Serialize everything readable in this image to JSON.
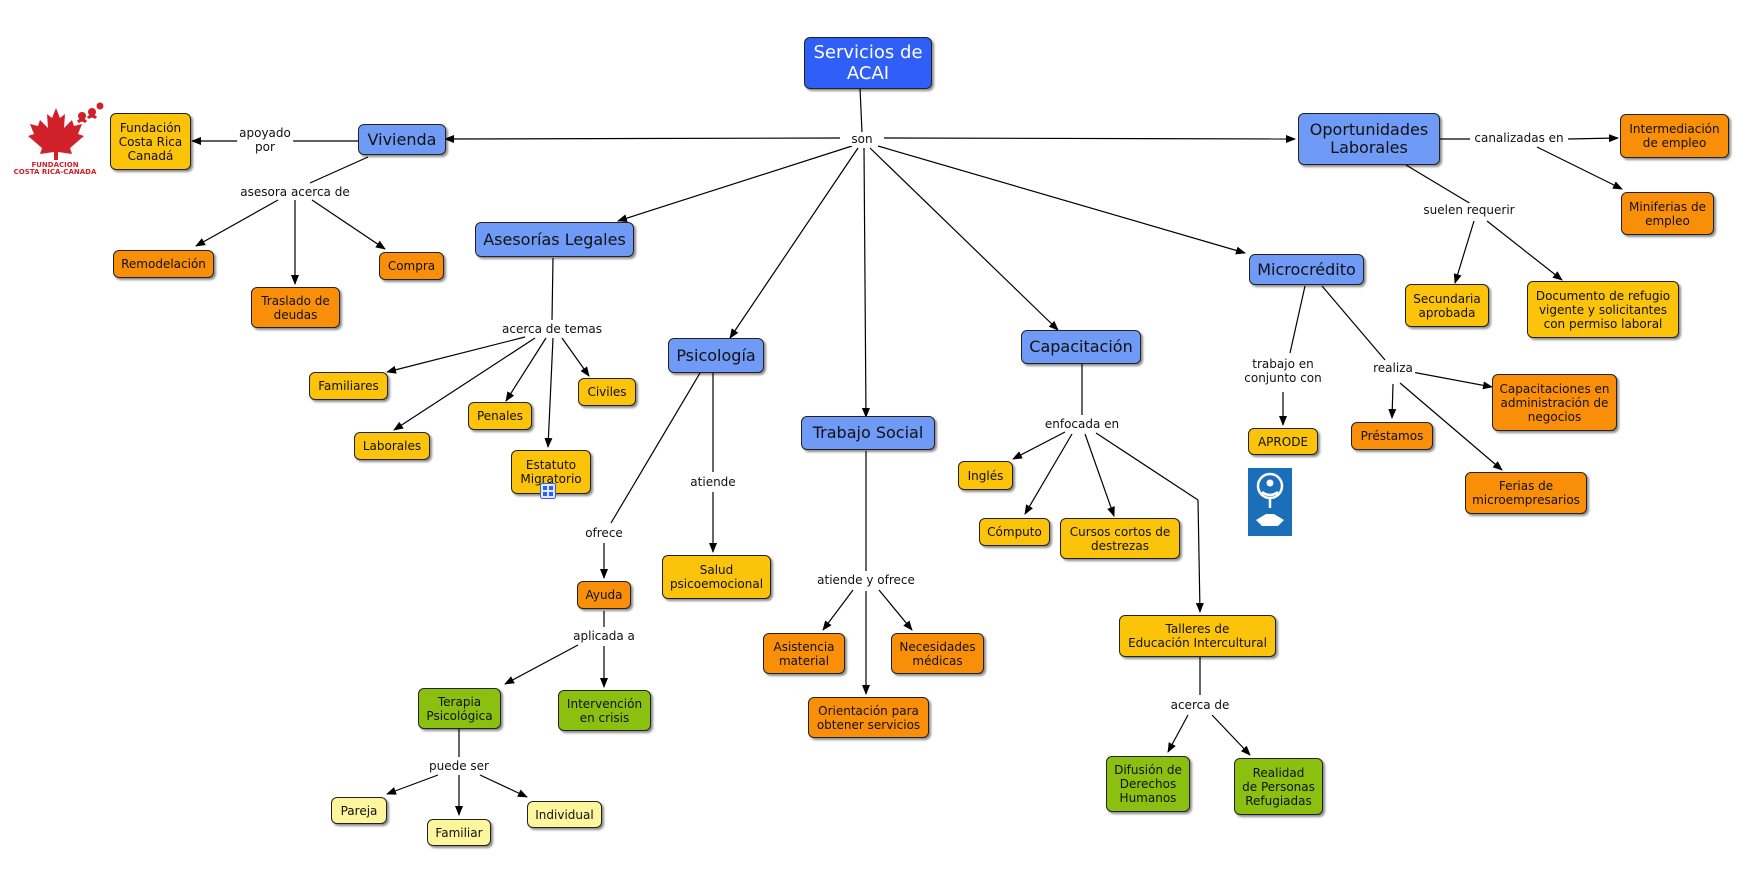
{
  "concept_map": {
    "nodes": {
      "root": "Servicios de\nACAI",
      "vivienda": "Vivienda",
      "fundacion": "Fundación\nCosta Rica\nCanadá",
      "remodelacion": "Remodelación",
      "traslado": "Traslado de\ndeudas",
      "compra": "Compra",
      "asesorias": "Asesorías Legales",
      "familiares": "Familiares",
      "laborales": "Laborales",
      "penales": "Penales",
      "estatuto": "Estatuto\nMigratorio",
      "civiles": "Civiles",
      "psicologia": "Psicología",
      "salud": "Salud\npsicoemocional",
      "ayuda": "Ayuda",
      "terapia": "Terapia\nPsicológica",
      "intervencion": "Intervención\nen crisis",
      "pareja": "Pareja",
      "familiar": "Familiar",
      "individual": "Individual",
      "trabajo_social": "Trabajo Social",
      "asistencia": "Asistencia\nmaterial",
      "necesidades": "Necesidades\nmédicas",
      "orientacion": "Orientación para\nobtener servicios",
      "capacitacion": "Capacitación",
      "ingles": "Inglés",
      "computo": "Cómputo",
      "cursos": "Cursos cortos de\ndestrezas",
      "talleres": "Talleres de\nEducación Intercultural",
      "difusion": "Difusión de\nDerechos\nHumanos",
      "realidad": "Realidad\nde Personas\nRefugiadas",
      "microcredito": "Microcrédito",
      "aprode": "APRODE",
      "prestamos": "Préstamos",
      "capacitaciones_admin": "Capacitaciones en\nadministración de\nnegocios",
      "ferias": "Ferias de\nmicroempresarios",
      "oportunidades": "Oportunidades\nLaborales",
      "intermediacion": "Intermediación\nde empleo",
      "miniferias": "Miniferias de\nempleo",
      "secundaria": "Secundaria\naprobada",
      "documento": "Documento de refugio\nvigente y solicitantes\ncon permiso laboral"
    },
    "links": {
      "son": "son",
      "apoyado": "apoyado\npor",
      "asesora": "asesora acerca de",
      "temas": "acerca de temas",
      "ofrece": "ofrece",
      "atiende": "atiende",
      "aplicada": "aplicada a",
      "puede": "puede ser",
      "atiende_ofrece": "atiende y ofrece",
      "enfocada": "enfocada en",
      "acerca_de": "acerca de",
      "trabajo_conjunto": "trabajo en\nconjunto con",
      "realiza": "realiza",
      "canalizadas": "canalizadas en",
      "suelen": "suelen requerir"
    },
    "logos": {
      "fundacion_logo_text": "FUNDACION\nCOSTA RICA-CANADA"
    },
    "colors": {
      "root": "#2f5ff6",
      "category": "#6f9bf7",
      "orange": "#f98f08",
      "yellow": "#fbc40b",
      "green": "#8bc010",
      "light_yellow": "#fdf69c",
      "logo_red": "#d0202a",
      "logo_blue": "#1a6fb8"
    },
    "icons": [
      "maple-leaf-logo-icon",
      "aprode-logo-icon",
      "resource-attachment-icon"
    ]
  }
}
